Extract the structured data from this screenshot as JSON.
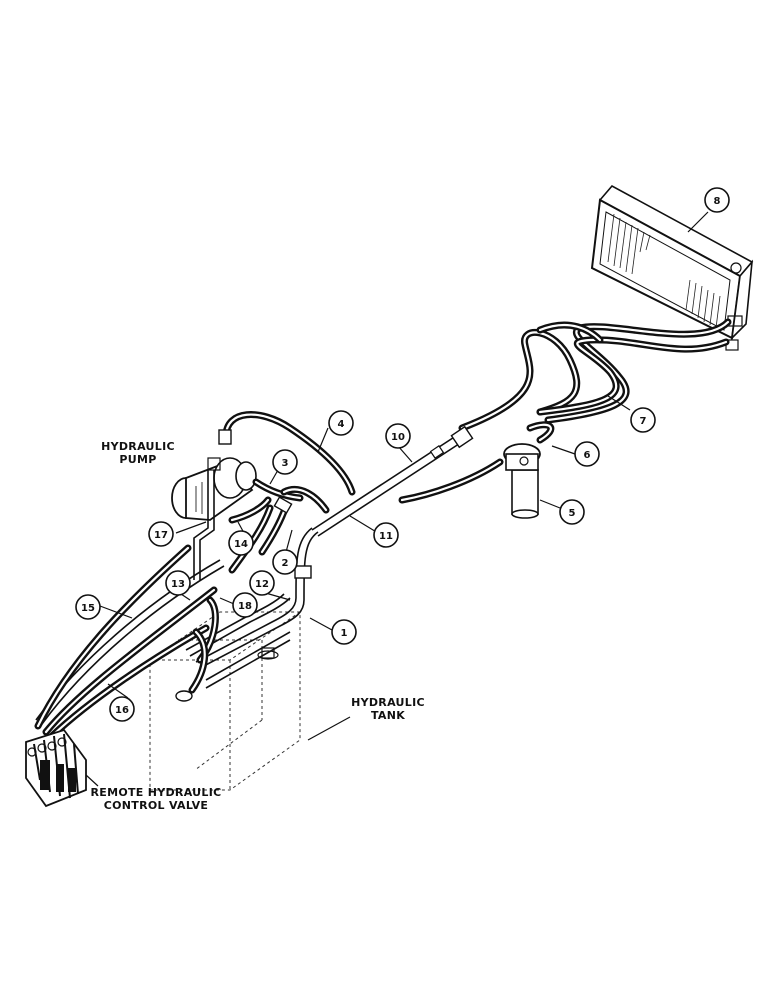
{
  "labels": {
    "pump": [
      "HYDRAULIC",
      "PUMP"
    ],
    "tank": [
      "HYDRAULIC",
      "TANK"
    ],
    "valve": [
      "REMOTE HYDRAULIC",
      "CONTROL VALVE"
    ]
  },
  "callouts": {
    "c1": "1",
    "c2": "2",
    "c3": "3",
    "c4": "4",
    "c5": "5",
    "c6": "6",
    "c7": "7",
    "c8": "8",
    "c10": "10",
    "c11": "11",
    "c12": "12",
    "c13": "13",
    "c14": "14",
    "c15": "15",
    "c16": "16",
    "c17": "17",
    "c18": "18"
  }
}
